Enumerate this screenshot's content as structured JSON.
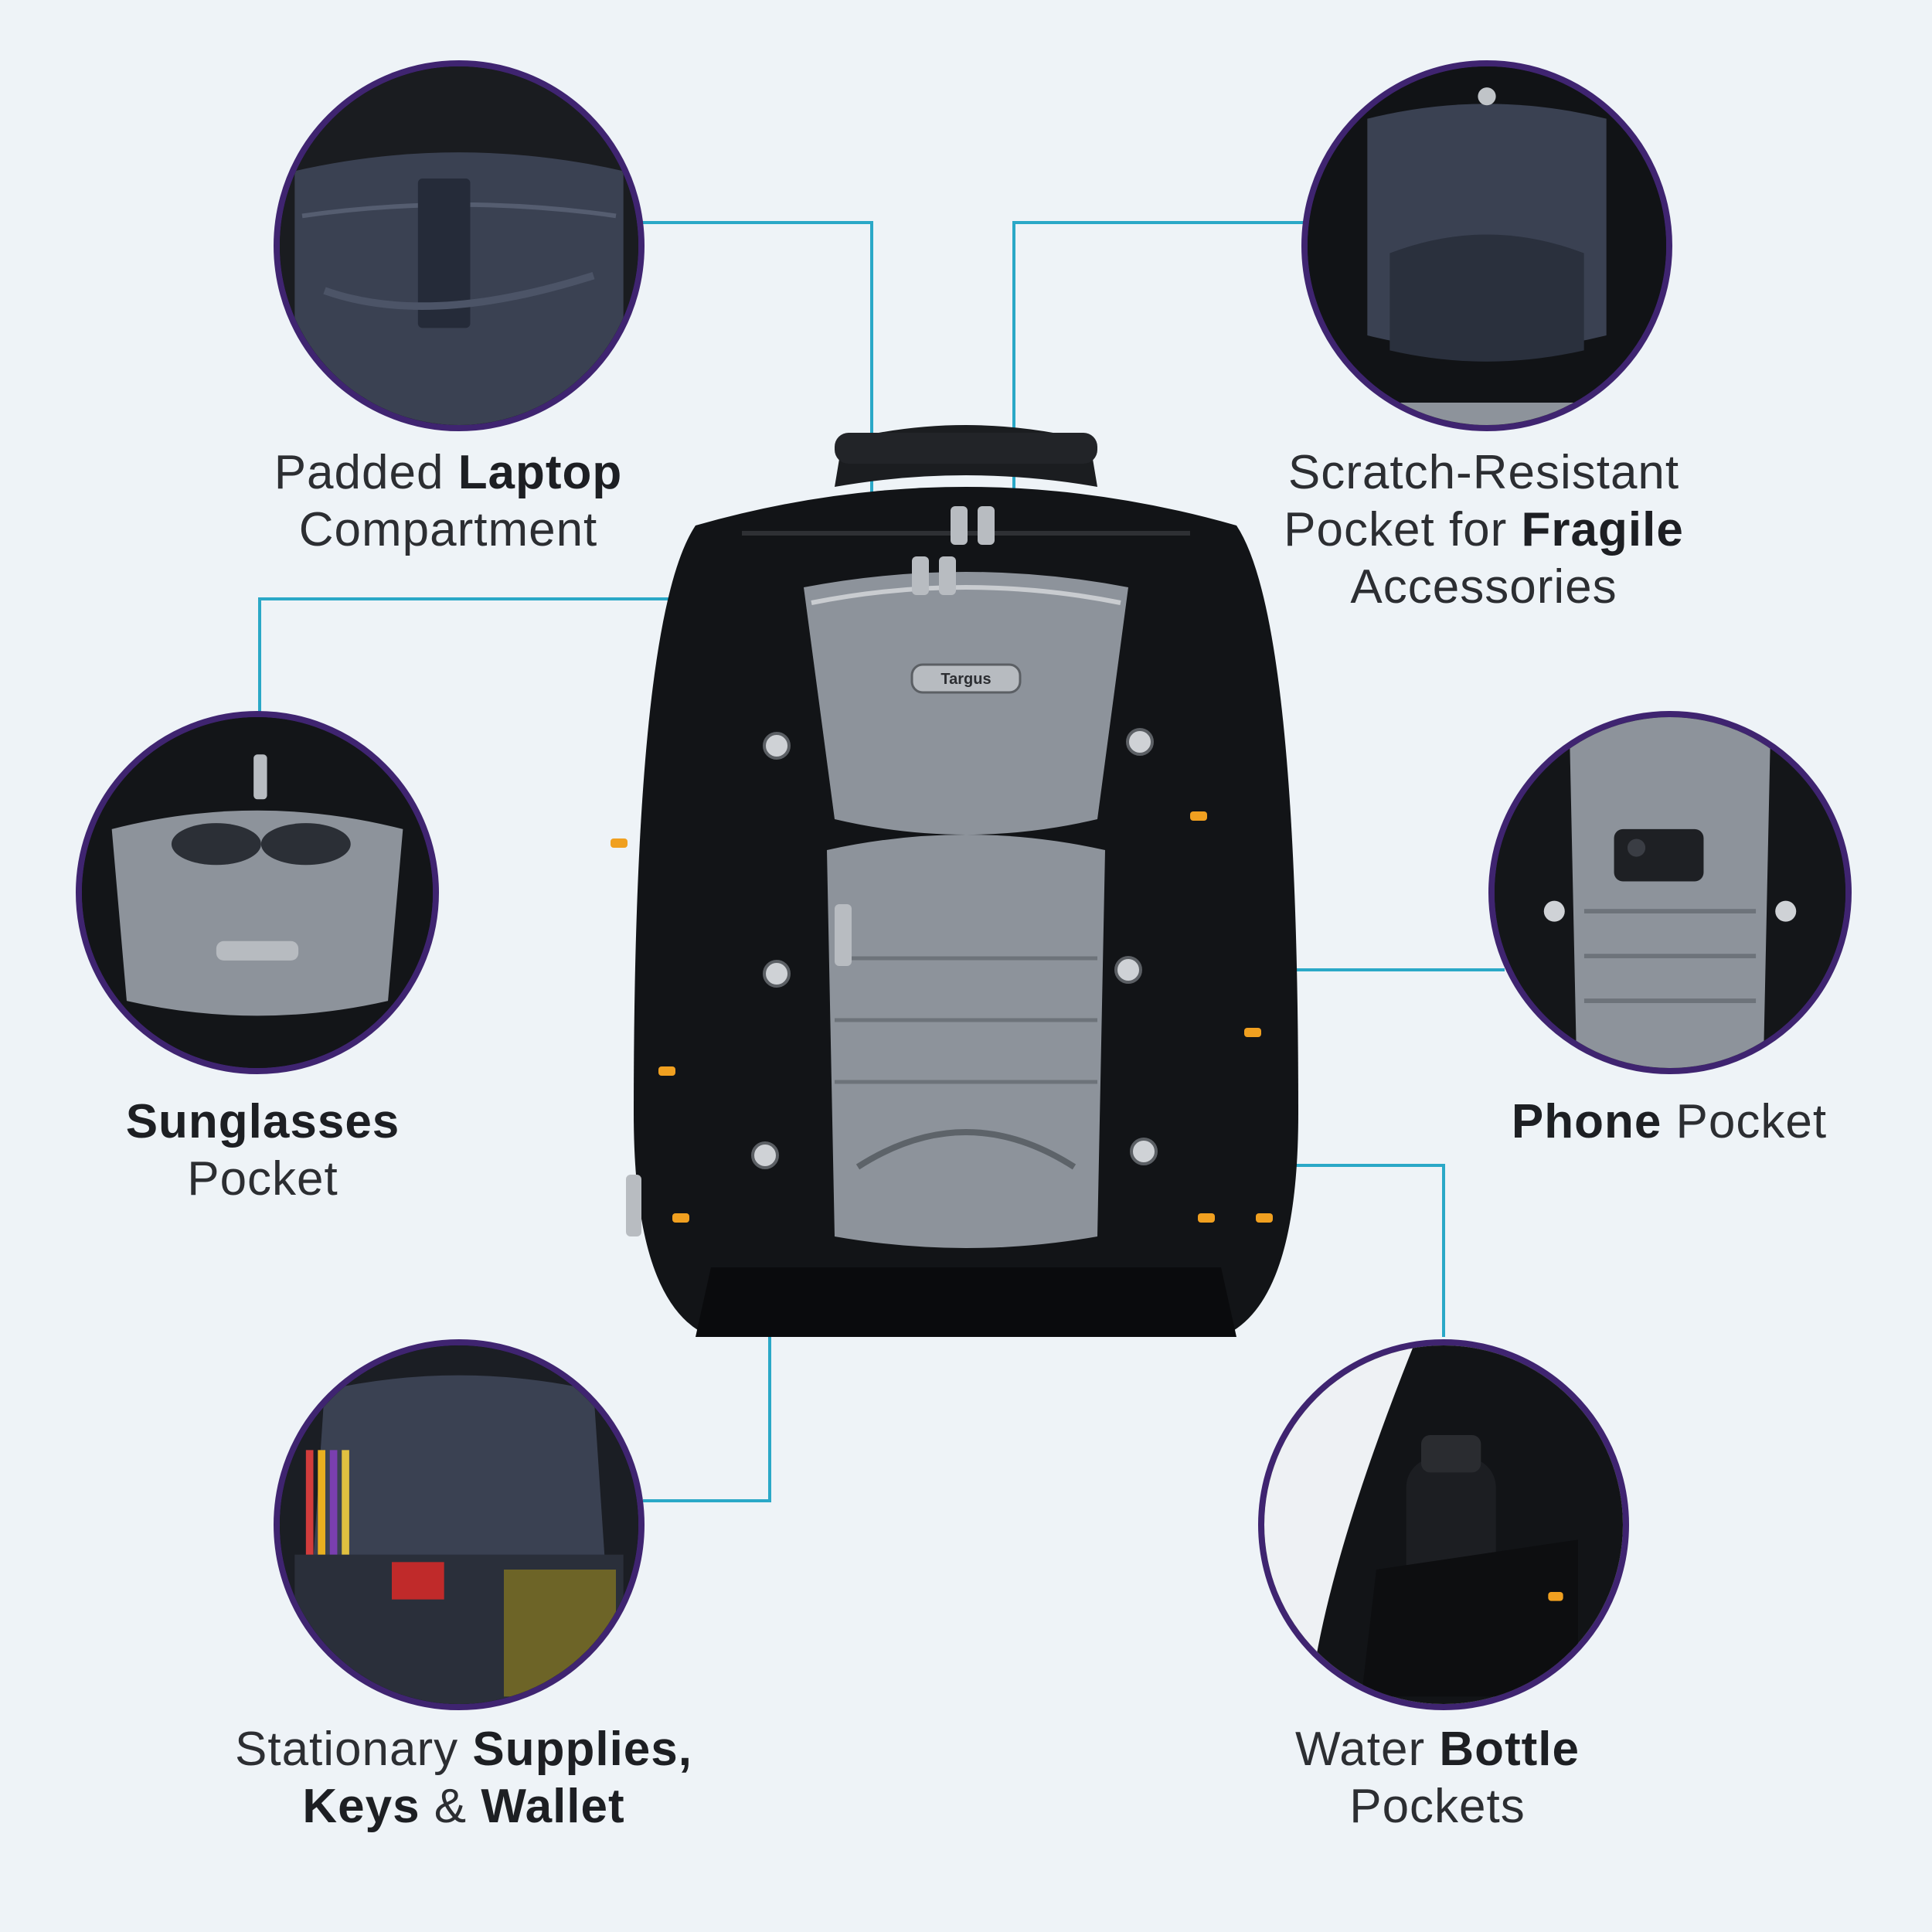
{
  "features": {
    "laptop": {
      "pre": "Padded ",
      "bold": "Laptop",
      "line2": "Compartment"
    },
    "fragile": {
      "line1": "Scratch-Resistant",
      "pre2": "Pocket for ",
      "bold2": "Fragile",
      "line3": "Accessories"
    },
    "sunglasses": {
      "bold": "Sunglasses",
      "line2": "Pocket"
    },
    "phone": {
      "bold": "Phone",
      "post": " Pocket"
    },
    "stationary": {
      "pre": "Stationary ",
      "bold1": "Supplies,",
      "bold2": "Keys",
      "amp": " & ",
      "bold3": "Wallet"
    },
    "bottle": {
      "pre": "Water ",
      "bold": "Bottle",
      "line2": "Pockets"
    }
  },
  "brand_logo_text": "Targus",
  "colors": {
    "background": "#eef3f7",
    "circle_border": "#3f2470",
    "connector": "#2aa8c7",
    "bag_black": "#121417",
    "bag_grey": "#8d939b",
    "accent_orange": "#f0a020"
  }
}
